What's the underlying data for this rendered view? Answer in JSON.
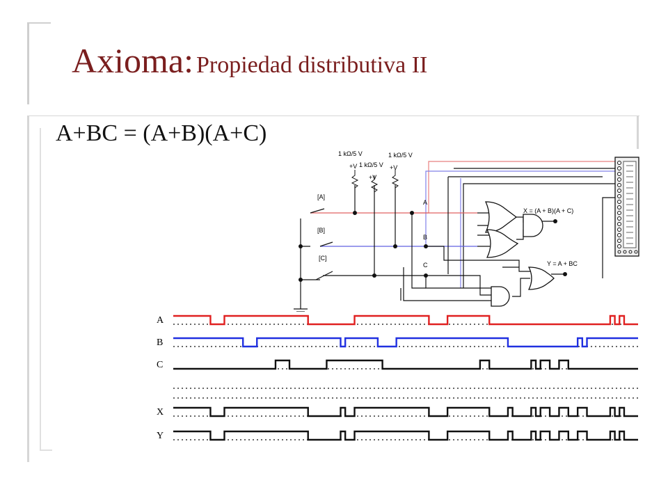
{
  "slide": {
    "title_main": "Axioma:",
    "title_sub": "Propiedad distributiva II",
    "equation": "A+BC = (A+B)(A+C)"
  },
  "circuit": {
    "resistors": [
      {
        "label": "1 kΩ/5 V",
        "supply": "+V"
      },
      {
        "label": "1 kΩ/5 V",
        "supply": "+V"
      },
      {
        "label": "1 kΩ/5 V",
        "supply": "+V"
      }
    ],
    "switches": [
      "[A]",
      "[B]",
      "[C]"
    ],
    "nodes": [
      "A",
      "B",
      "C"
    ],
    "out_x": "X = (A + B)(A + C)",
    "out_y": "Y = A + BC"
  },
  "chart_data": {
    "type": "logic-timing",
    "signals": [
      "A",
      "B",
      "C",
      "X",
      "Y"
    ],
    "colors": {
      "A": "#e02020",
      "B": "#2030e0",
      "C": "#111111",
      "X": "#111111",
      "Y": "#111111"
    },
    "t_max": 100,
    "A": [
      [
        0,
        1
      ],
      [
        8,
        0
      ],
      [
        11,
        1
      ],
      [
        29,
        0
      ],
      [
        39,
        1
      ],
      [
        55,
        0
      ],
      [
        59,
        1
      ],
      [
        68,
        0
      ],
      [
        94,
        1
      ],
      [
        95,
        0
      ],
      [
        96,
        1
      ],
      [
        97,
        0
      ]
    ],
    "B": [
      [
        0,
        1
      ],
      [
        15,
        0
      ],
      [
        18,
        1
      ],
      [
        36,
        0
      ],
      [
        37,
        1
      ],
      [
        44,
        0
      ],
      [
        48,
        1
      ],
      [
        72,
        0
      ],
      [
        87,
        1
      ],
      [
        88,
        0
      ],
      [
        89,
        1
      ]
    ],
    "C": [
      [
        0,
        0
      ],
      [
        22,
        1
      ],
      [
        25,
        0
      ],
      [
        33,
        1
      ],
      [
        45,
        0
      ],
      [
        66,
        1
      ],
      [
        68,
        0
      ],
      [
        77,
        1
      ],
      [
        78,
        0
      ],
      [
        79,
        1
      ],
      [
        81,
        0
      ],
      [
        83,
        1
      ],
      [
        85,
        0
      ]
    ],
    "X": [
      [
        0,
        1
      ],
      [
        8,
        0
      ],
      [
        11,
        1
      ],
      [
        29,
        0
      ],
      [
        36,
        1
      ],
      [
        37,
        0
      ],
      [
        39,
        1
      ],
      [
        55,
        0
      ],
      [
        59,
        1
      ],
      [
        68,
        0
      ],
      [
        72,
        1
      ],
      [
        73,
        0
      ],
      [
        77,
        1
      ],
      [
        78,
        0
      ],
      [
        79,
        1
      ],
      [
        81,
        0
      ],
      [
        83,
        1
      ],
      [
        85,
        0
      ],
      [
        87,
        1
      ],
      [
        89,
        0
      ],
      [
        94,
        1
      ],
      [
        95,
        0
      ],
      [
        96,
        1
      ],
      [
        97,
        0
      ]
    ],
    "Y": [
      [
        0,
        1
      ],
      [
        8,
        0
      ],
      [
        11,
        1
      ],
      [
        29,
        0
      ],
      [
        36,
        1
      ],
      [
        37,
        0
      ],
      [
        39,
        1
      ],
      [
        55,
        0
      ],
      [
        59,
        1
      ],
      [
        68,
        0
      ],
      [
        72,
        1
      ],
      [
        73,
        0
      ],
      [
        77,
        1
      ],
      [
        78,
        0
      ],
      [
        79,
        1
      ],
      [
        81,
        0
      ],
      [
        83,
        1
      ],
      [
        85,
        0
      ],
      [
        87,
        1
      ],
      [
        89,
        0
      ],
      [
        94,
        1
      ],
      [
        95,
        0
      ],
      [
        96,
        1
      ],
      [
        97,
        0
      ]
    ]
  }
}
